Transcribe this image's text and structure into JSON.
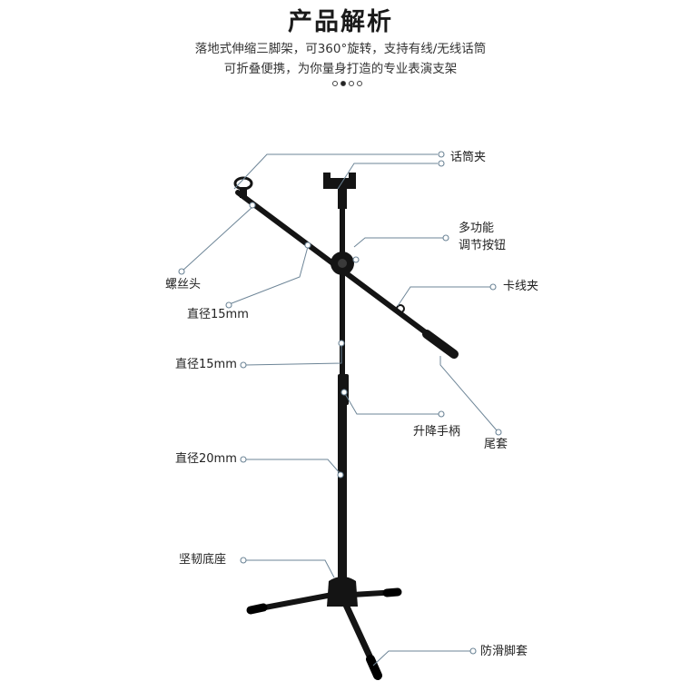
{
  "header": {
    "title": "产品解析",
    "subtitle_line1": "落地式伸缩三脚架，可360°旋转，支持有线/无线话筒",
    "subtitle_line2": "可折叠便携，为你量身打造的专业表演支架",
    "pager_total": 4,
    "pager_active": 2
  },
  "labels": {
    "mic_clip": "话筒夹",
    "multi_knob_line1": "多功能",
    "multi_knob_line2": "调节按钮",
    "cable_clip": "卡线夹",
    "screw_head": "螺丝头",
    "diameter_boom": "直径15mm",
    "diameter_upper": "直径15mm",
    "lift_handle": "升降手柄",
    "tail_cap": "尾套",
    "diameter_lower": "直径20mm",
    "sturdy_base": "坚韧底座",
    "antislip_foot": "防滑脚套"
  },
  "colors": {
    "callout_line": "#6d8597",
    "stand": "#141414"
  }
}
